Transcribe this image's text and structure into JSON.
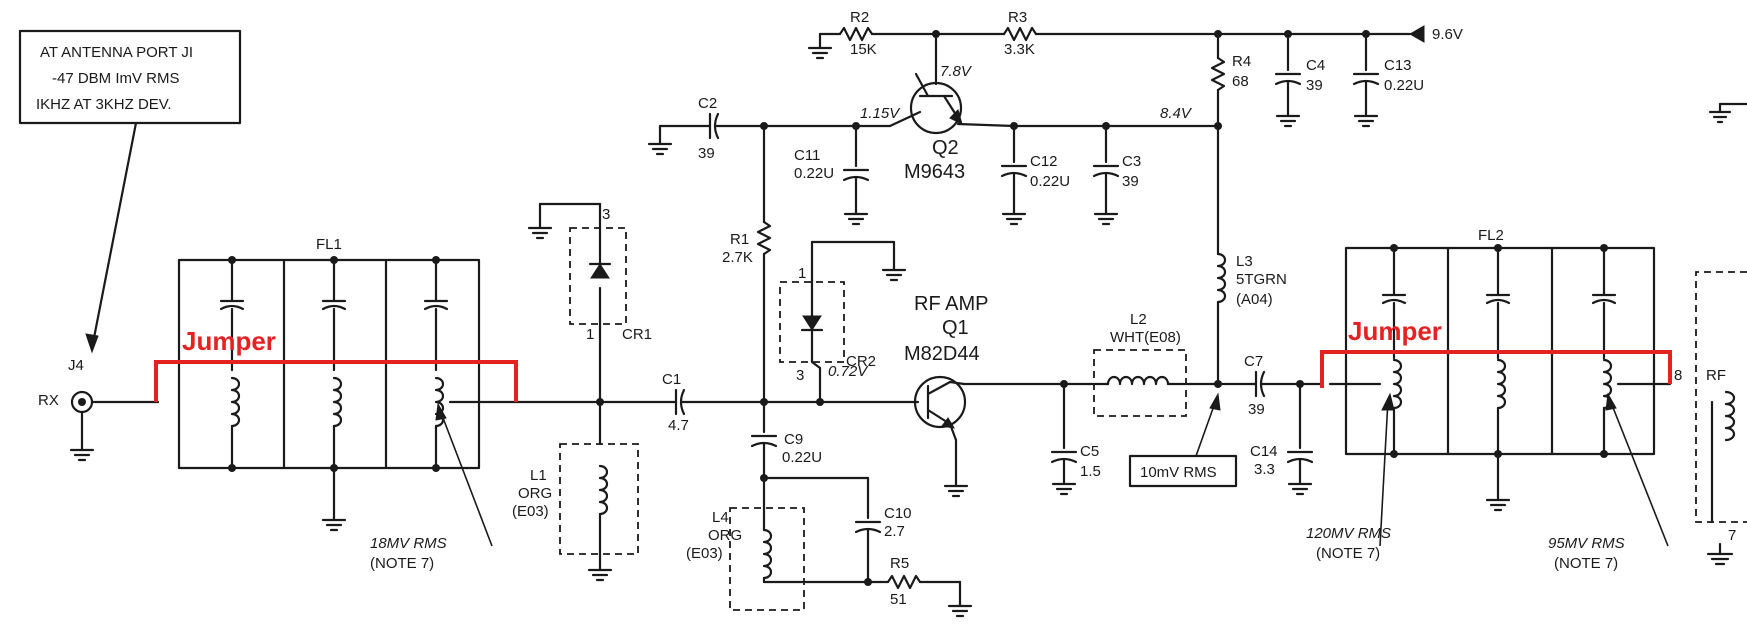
{
  "annotation": {
    "line1": "AT ANTENNA PORT JI",
    "line2": "-47 DBM ImV RMS",
    "line3": "IKHZ AT 3KHZ DEV."
  },
  "supply": "9.6V",
  "jumper_label": "Jumper",
  "components": {
    "j4": "J4",
    "rx": "RX",
    "fl1": "FL1",
    "fl2": "FL2",
    "r1": "R1",
    "r1v": "2.7K",
    "r2": "R2",
    "r2v": "15K",
    "r3": "R3",
    "r3v": "3.3K",
    "r4": "R4",
    "r4v": "68",
    "r5": "R5",
    "r5v": "51",
    "c1": "C1",
    "c1v": "4.7",
    "c2": "C2",
    "c2v": "39",
    "c3": "C3",
    "c3v": "39",
    "c4": "C4",
    "c4v": "39",
    "c5": "C5",
    "c5v": "1.5",
    "c7": "C7",
    "c7v": "39",
    "c9": "C9",
    "c9v": "0.22U",
    "c10": "C10",
    "c10v": "2.7",
    "c11": "C11",
    "c11v": "0.22U",
    "c12": "C12",
    "c12v": "0.22U",
    "c13": "C13",
    "c13v": "0.22U",
    "c14": "C14",
    "c14v": "3.3",
    "cr1": "CR1",
    "cr2": "CR2",
    "l1": "L1",
    "l1a": "ORG",
    "l1b": "(E03)",
    "l2": "L2",
    "l2a": "WHT(E08)",
    "l3": "L3",
    "l3a": "5TGRN",
    "l3b": "(A04)",
    "l4": "L4",
    "l4a": "ORG",
    "l4b": "(E03)",
    "q1a": "RF AMP",
    "q1b": "Q1",
    "q1c": "M82D44",
    "q2a": "Q2",
    "q2b": "M9643",
    "rf": "RF",
    "pin3a": "3",
    "pin1a": "1",
    "pin1b": "1",
    "pin3b": "3",
    "pin8": "8",
    "pin7": "7"
  },
  "voltages": {
    "v78": "7.8V",
    "v115": "1.15V",
    "v84": "8.4V",
    "v072": "0.72V"
  },
  "measurements": {
    "m1": "18MV RMS",
    "m2": "120MV RMS",
    "m3": "95MV RMS",
    "note": "(NOTE 7)",
    "box": "10mV RMS"
  }
}
